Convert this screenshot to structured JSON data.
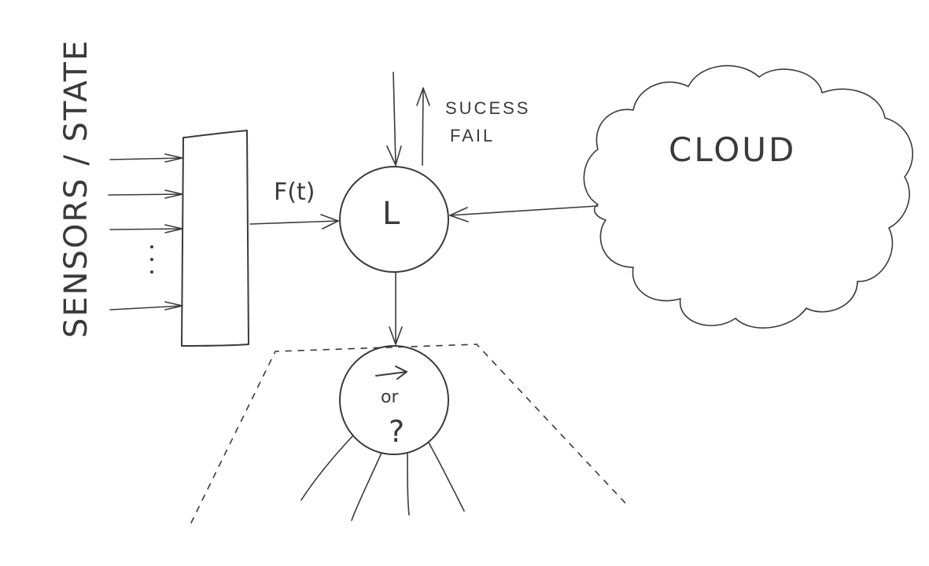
{
  "labels": {
    "sensors_state": "SENSORS / STATE",
    "ellipsis": "...",
    "edge_function": "F(t)",
    "node_l": "L",
    "feedback_success": "SUCESS",
    "feedback_fail": "FAIL",
    "cloud": "CLOUD",
    "decision_or": "or",
    "decision_question": "?"
  },
  "style": {
    "ink": "#3a3a3a",
    "paper": "#ffffff"
  }
}
